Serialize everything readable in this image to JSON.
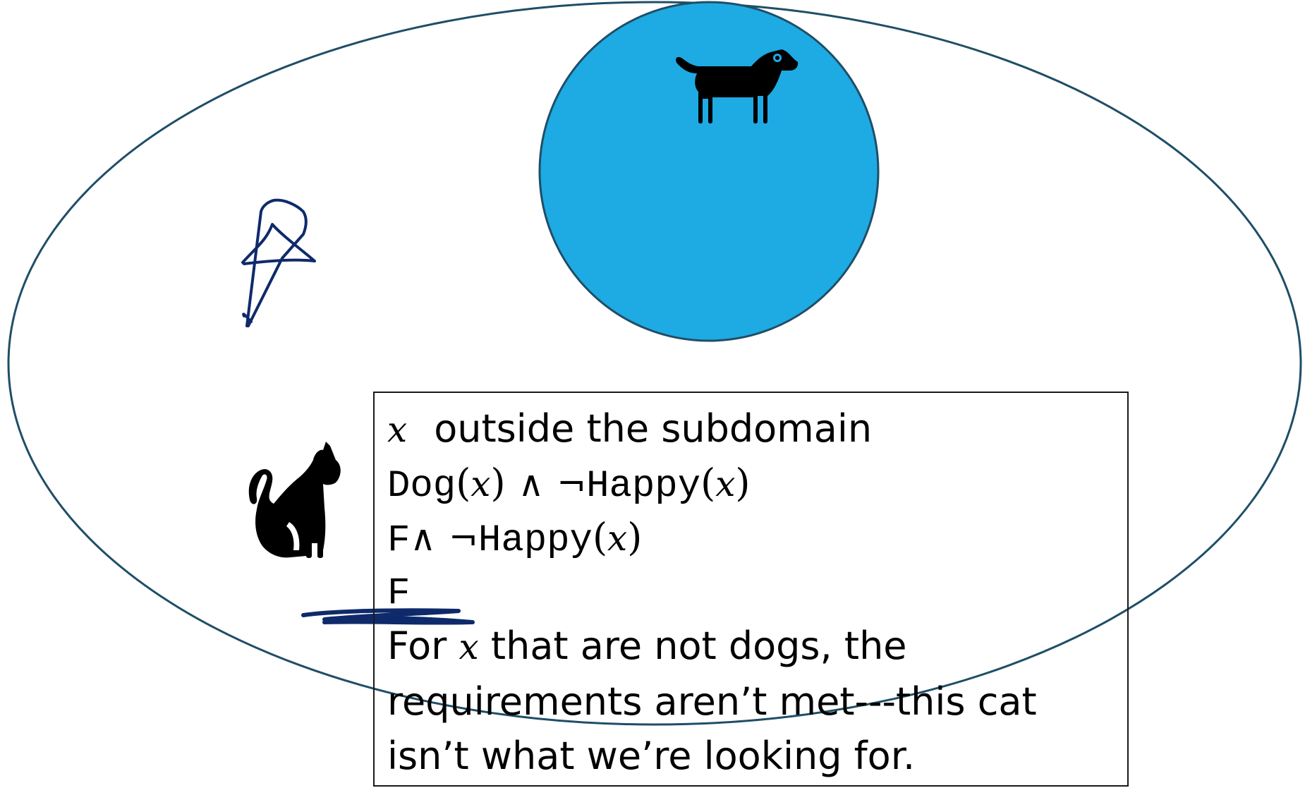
{
  "figure": {
    "text_box": {
      "line1": {
        "var": "x",
        "text": "outside the subdomain"
      },
      "line2": {
        "pred1": "Dog",
        "open": "(",
        "var": "x",
        "close": ")",
        "and": "∧",
        "not": "¬",
        "pred2": "Happy",
        "open2": "(",
        "var2": "x",
        "close2": ")"
      },
      "line3": {
        "const": "F",
        "and": "∧",
        "not": "¬",
        "pred": "Happy",
        "open": "(",
        "var": "x",
        "close": ")"
      },
      "line4": {
        "const": "F"
      },
      "conclusion": {
        "part1": "For ",
        "var": "x",
        "part2": " that are not dogs, the",
        "line2": "requirements aren’t met---this cat",
        "line3": "isn’t what we’re looking for."
      }
    },
    "icons": [
      "dog-icon",
      "cat-icon"
    ],
    "colors": {
      "domain_outline": "#1f4e67",
      "subdomain_fill": "#1eaae3",
      "ink": "#0f2a6b"
    }
  }
}
